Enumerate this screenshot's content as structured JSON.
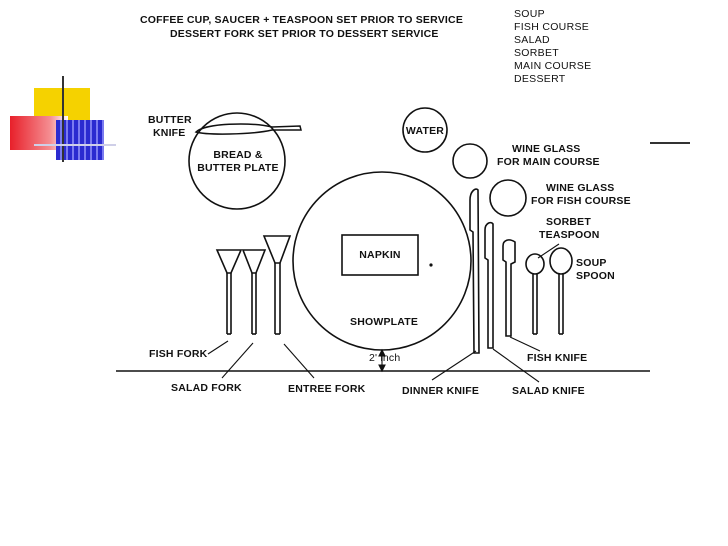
{
  "header": {
    "line1": "COFFEE CUP, SAUCER + TEASPOON SET PRIOR TO SERVICE",
    "line2": "DESSERT FORK SET PRIOR TO DESSERT SERVICE"
  },
  "courses": [
    "SOUP",
    "FISH COURSE",
    "SALAD",
    "SORBET",
    "MAIN COURSE",
    "DESSERT"
  ],
  "labels": {
    "butter_knife_1": "BUTTER",
    "butter_knife_2": "KNIFE",
    "bread_plate_1": "BREAD &",
    "bread_plate_2": "BUTTER PLATE",
    "water": "WATER",
    "wine_main_1": "WINE GLASS",
    "wine_main_2": "FOR MAIN COURSE",
    "wine_fish_1": "WINE GLASS",
    "wine_fish_2": "FOR FISH COURSE",
    "sorbet_1": "SORBET",
    "sorbet_2": "TEASPOON",
    "soup_1": "SOUP",
    "soup_2": "SPOON",
    "napkin": "NAPKIN",
    "showplate": "SHOWPLATE",
    "gap": "2' inch",
    "fish_fork": "FISH FORK",
    "salad_fork": "SALAD FORK",
    "entree_fork": "ENTREE FORK",
    "dinner_knife": "DINNER KNIFE",
    "salad_knife": "SALAD KNIFE",
    "fish_knife": "FISH KNIFE"
  },
  "colors": {
    "deco_yellow": "#f5d200",
    "deco_red": "#e8202a",
    "deco_blue": "#2b2bd0",
    "line": "#111111"
  }
}
